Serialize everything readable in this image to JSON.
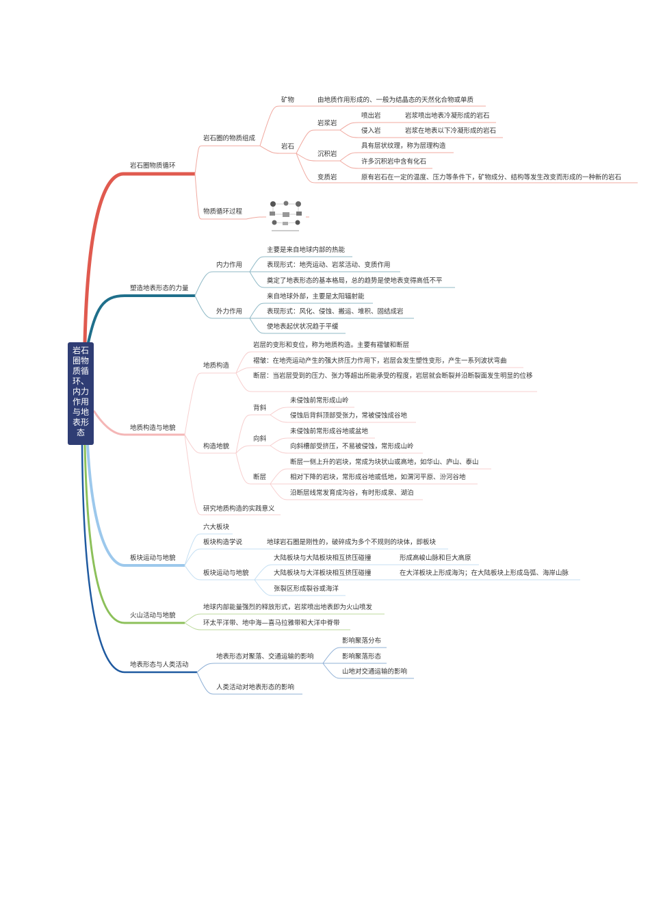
{
  "root": "岩石圈物质循环、内力作用与地表形态",
  "branches": {
    "b1": "岩石圈物质循环",
    "b1_1": "岩石圈的物质组成",
    "b1_1_1": "矿物",
    "b1_1_1_a": "由地质作用形成的、一般为结晶态的天然化合物或单质",
    "b1_1_2": "岩石",
    "b1_1_2_1": "岩浆岩",
    "b1_1_2_1_a": "喷出岩",
    "b1_1_2_1_a1": "岩浆喷出地表冷凝形成的岩石",
    "b1_1_2_1_b": "侵入岩",
    "b1_1_2_1_b1": "岩浆在地表以下冷凝形成的岩石",
    "b1_1_2_2": "沉积岩",
    "b1_1_2_2_a": "具有层状纹理，称为层理构造",
    "b1_1_2_2_b": "许多沉积岩中含有化石",
    "b1_1_2_3": "变质岩",
    "b1_1_2_3_a": "原有岩石在一定的温度、压力等条件下，矿物成分、结构等发生改变而形成的一种新的岩石",
    "b1_2": "物质循环过程",
    "b2": "塑造地表形态的力量",
    "b2_1": "内力作用",
    "b2_1_a": "主要是来自地球内部的热能",
    "b2_1_b": "表现形式：地壳运动、岩浆活动、变质作用",
    "b2_1_c": "奠定了地表形态的基本格局，总的趋势是使地表变得高低不平",
    "b2_2": "外力作用",
    "b2_2_a": "来自地球外部，主要是太阳辐射能",
    "b2_2_b": "表现形式：风化、侵蚀、搬运、堆积、固结成岩",
    "b2_2_c": "使地表起伏状况趋于平缓",
    "b3": "地质构造与地貌",
    "b3_1": "地质构造",
    "b3_1_a": "岩层的变形和变位，称为地质构造。主要有褶皱和断层",
    "b3_1_b": "褶皱：在地壳运动产生的强大挤压力作用下，岩层会发生塑性变形，产生一系列波状弯曲",
    "b3_1_c": "断层：当岩层受到的压力、张力等超出所能承受的程度，岩层就会断裂并沿断裂面发生明显的位移",
    "b3_2": "构造地貌",
    "b3_2_1": "背斜",
    "b3_2_1_a": "未侵蚀前常形成山岭",
    "b3_2_1_b": "侵蚀后背斜顶部受张力，常被侵蚀成谷地",
    "b3_2_2": "向斜",
    "b3_2_2_a": "未侵蚀前常形成谷地或盆地",
    "b3_2_2_b": "向斜槽部受挤压，不易被侵蚀，常形成山岭",
    "b3_2_3": "断层",
    "b3_2_3_a": "断层一侧上升的岩块，常成为块状山或高地，如华山、庐山、泰山",
    "b3_2_3_b": "相对下降的岩块，常形成谷地或低地，如渭河平原、汾河谷地",
    "b3_2_3_c": "沿断层线常发育成沟谷，有时形成泉、湖泊",
    "b3_3": "研究地质构造的实践意义",
    "b4": "板块运动与地貌",
    "b4_1": "六大板块",
    "b4_2": "板块构造学说",
    "b4_2_a": "地球岩石圈是刚性的，破碎成为多个不规则的块体，即板块",
    "b4_3": "板块运动与地貌",
    "b4_3_a": "大陆板块与大陆板块相互挤压碰撞",
    "b4_3_a1": "形成高峻山脉和巨大高原",
    "b4_3_b": "大陆板块与大洋板块相互挤压碰撞",
    "b4_3_b1": "在大洋板块上形成海沟；在大陆板块上形成岛弧、海岸山脉",
    "b4_3_c": "张裂区形成裂谷或海洋",
    "b5": "火山活动与地貌",
    "b5_a": "地球内部能量强烈的释放形式，岩浆喷出地表即为火山喷发",
    "b5_b": "环太平洋带、地中海—喜马拉雅带和大洋中脊带",
    "b6": "地表形态与人类活动",
    "b6_1": "地表形态对聚落、交通运输的影响",
    "b6_1_a": "影响聚落分布",
    "b6_1_b": "影响聚落形态",
    "b6_1_c": "山地对交通运输的影响",
    "b6_2": "人类活动对地表形态的影响"
  },
  "colors": {
    "root_bg": "#2f3d74",
    "b1": "#e05a4f",
    "b2": "#1f6f8b",
    "b3": "#f4b6b6",
    "b4": "#9cc8ec",
    "b5": "#8cc05a",
    "b6": "#1f5aa0",
    "b1_sub": "#f0a89f",
    "b2_sub": "#8fb9c6",
    "b3_sub": "#f7cfcf",
    "b4_sub": "#c4dff3",
    "b5_sub": "#bcd99c",
    "b6_sub": "#8fb0d6"
  }
}
